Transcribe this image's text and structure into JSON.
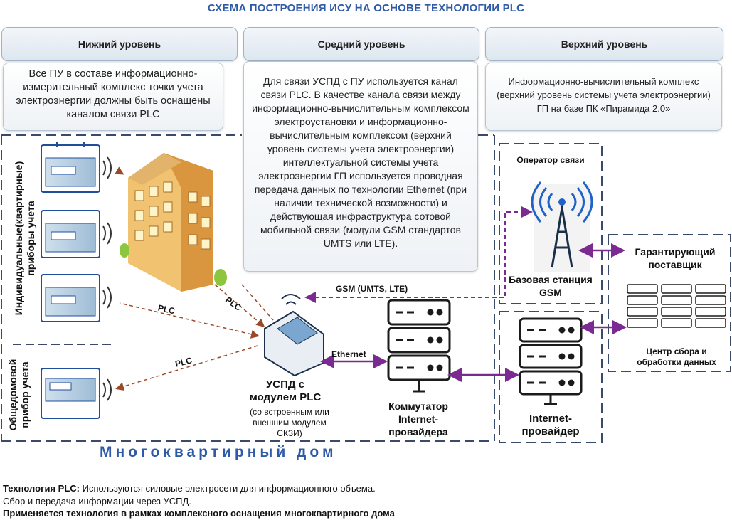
{
  "title": "СХЕМА ПОСТРОЕНИЯ ИСУ НА ОСНОВЕ ТЕХНОЛОГИИ PLC",
  "levels": [
    {
      "name": "Нижний уровень",
      "description": "Все ПУ в составе информационно-измерительный комплекс точки учета электроэнергии должны быть оснащены каналом связи PLC"
    },
    {
      "name": "Средний уровень",
      "description": "Для связи УСПД с ПУ используется канал связи PLC. В качестве канала связи  между информационно-вычислительным комплексом электроустановки и информационно-вычислительным комплексом (верхний уровень системы учета электроэнергии) интеллектуальной системы учета электроэнергии ГП используется проводная передача данных по технологии Ethernet (при наличии технической возможности) и действующая инфраструктура сотовой мобильной связи (модули GSM стандартов UMTS или LTE)."
    },
    {
      "name": "Верхний уровень",
      "description": "Информационно-вычислительный комплекс (верхний уровень системы учета электроэнергии) ГП на базе ПК «Пирамида 2.0»"
    }
  ],
  "groups": {
    "individual": "Индивидуальные(квартирные) приборы учета",
    "common": "Общедомовой прибор учета",
    "house": "Многоквартирный дом"
  },
  "links": {
    "plc": "PLC",
    "ethernet": "Ethernet",
    "gsm": "GSM (UMTS, LTE)"
  },
  "nodes": {
    "uspd_title": "УСПД с модулем PLC",
    "uspd_note": "(со встроенным или внешним модулем СКЗИ)",
    "switch": "Коммутатор Internet-провайдера",
    "provider": "Internet-провайдер",
    "operator": "Оператор связи",
    "base_station": "Базовая станция GSM",
    "supplier": "Гарантирующий поставщик",
    "datacenter": "Центр сбора и обработки данных"
  },
  "footer": {
    "line1_bold": "Технология PLC:",
    "line1_rest": " Используются силовые электросети для информационного объема.",
    "line2": "Сбор и передача информации через УСПД.",
    "line3": "Применяется технология в рамках комплексного оснащения многоквартирного дома"
  },
  "colors": {
    "accent": "#2e5aa8",
    "link_purple": "#7a2a90",
    "plc_brown": "#9a4a2a",
    "tower_blue": "#1f63c6"
  }
}
